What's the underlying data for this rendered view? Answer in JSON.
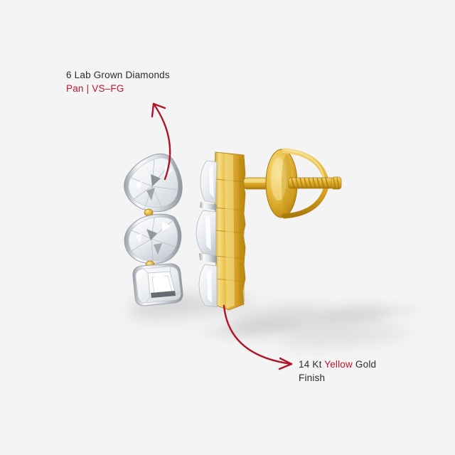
{
  "background_color": "#f4f4f4",
  "accent_red": "#c0132b",
  "text_color": "#2b2b2b",
  "gold_color": "#e8b63a",
  "diamond_color": "#f2f3f5",
  "annotations": {
    "top": {
      "name": "diamond-spec-annotation",
      "line1": "6 Lab Grown Diamonds",
      "line2_part1": "Pan",
      "line2_sep": "|",
      "line2_part2": "VS–FG",
      "arrow": "curved-arrow-up-left"
    },
    "bottom": {
      "name": "metal-spec-annotation",
      "line1_part1": "14 Kt ",
      "line1_highlight": "Yellow",
      "line1_part2": " Gold",
      "line2": "Finish",
      "arrow": "curved-arrow-right"
    }
  },
  "product": {
    "name": "diamond-drop-stud-earrings",
    "front_earring": {
      "name": "front-earring",
      "stones": [
        {
          "shape": "pear",
          "label": "pear-diamond"
        },
        {
          "shape": "oval",
          "label": "oval-diamond"
        },
        {
          "shape": "emerald",
          "label": "emerald-cut-diamond"
        }
      ]
    },
    "side_earring": {
      "name": "side-earring-profile",
      "post": "screw-back-post",
      "parts": [
        "gold-setting-edge",
        "threaded-post",
        "screw-back-disc",
        "wire-loop"
      ]
    },
    "shadows": [
      "shadow-front",
      "shadow-back"
    ]
  }
}
